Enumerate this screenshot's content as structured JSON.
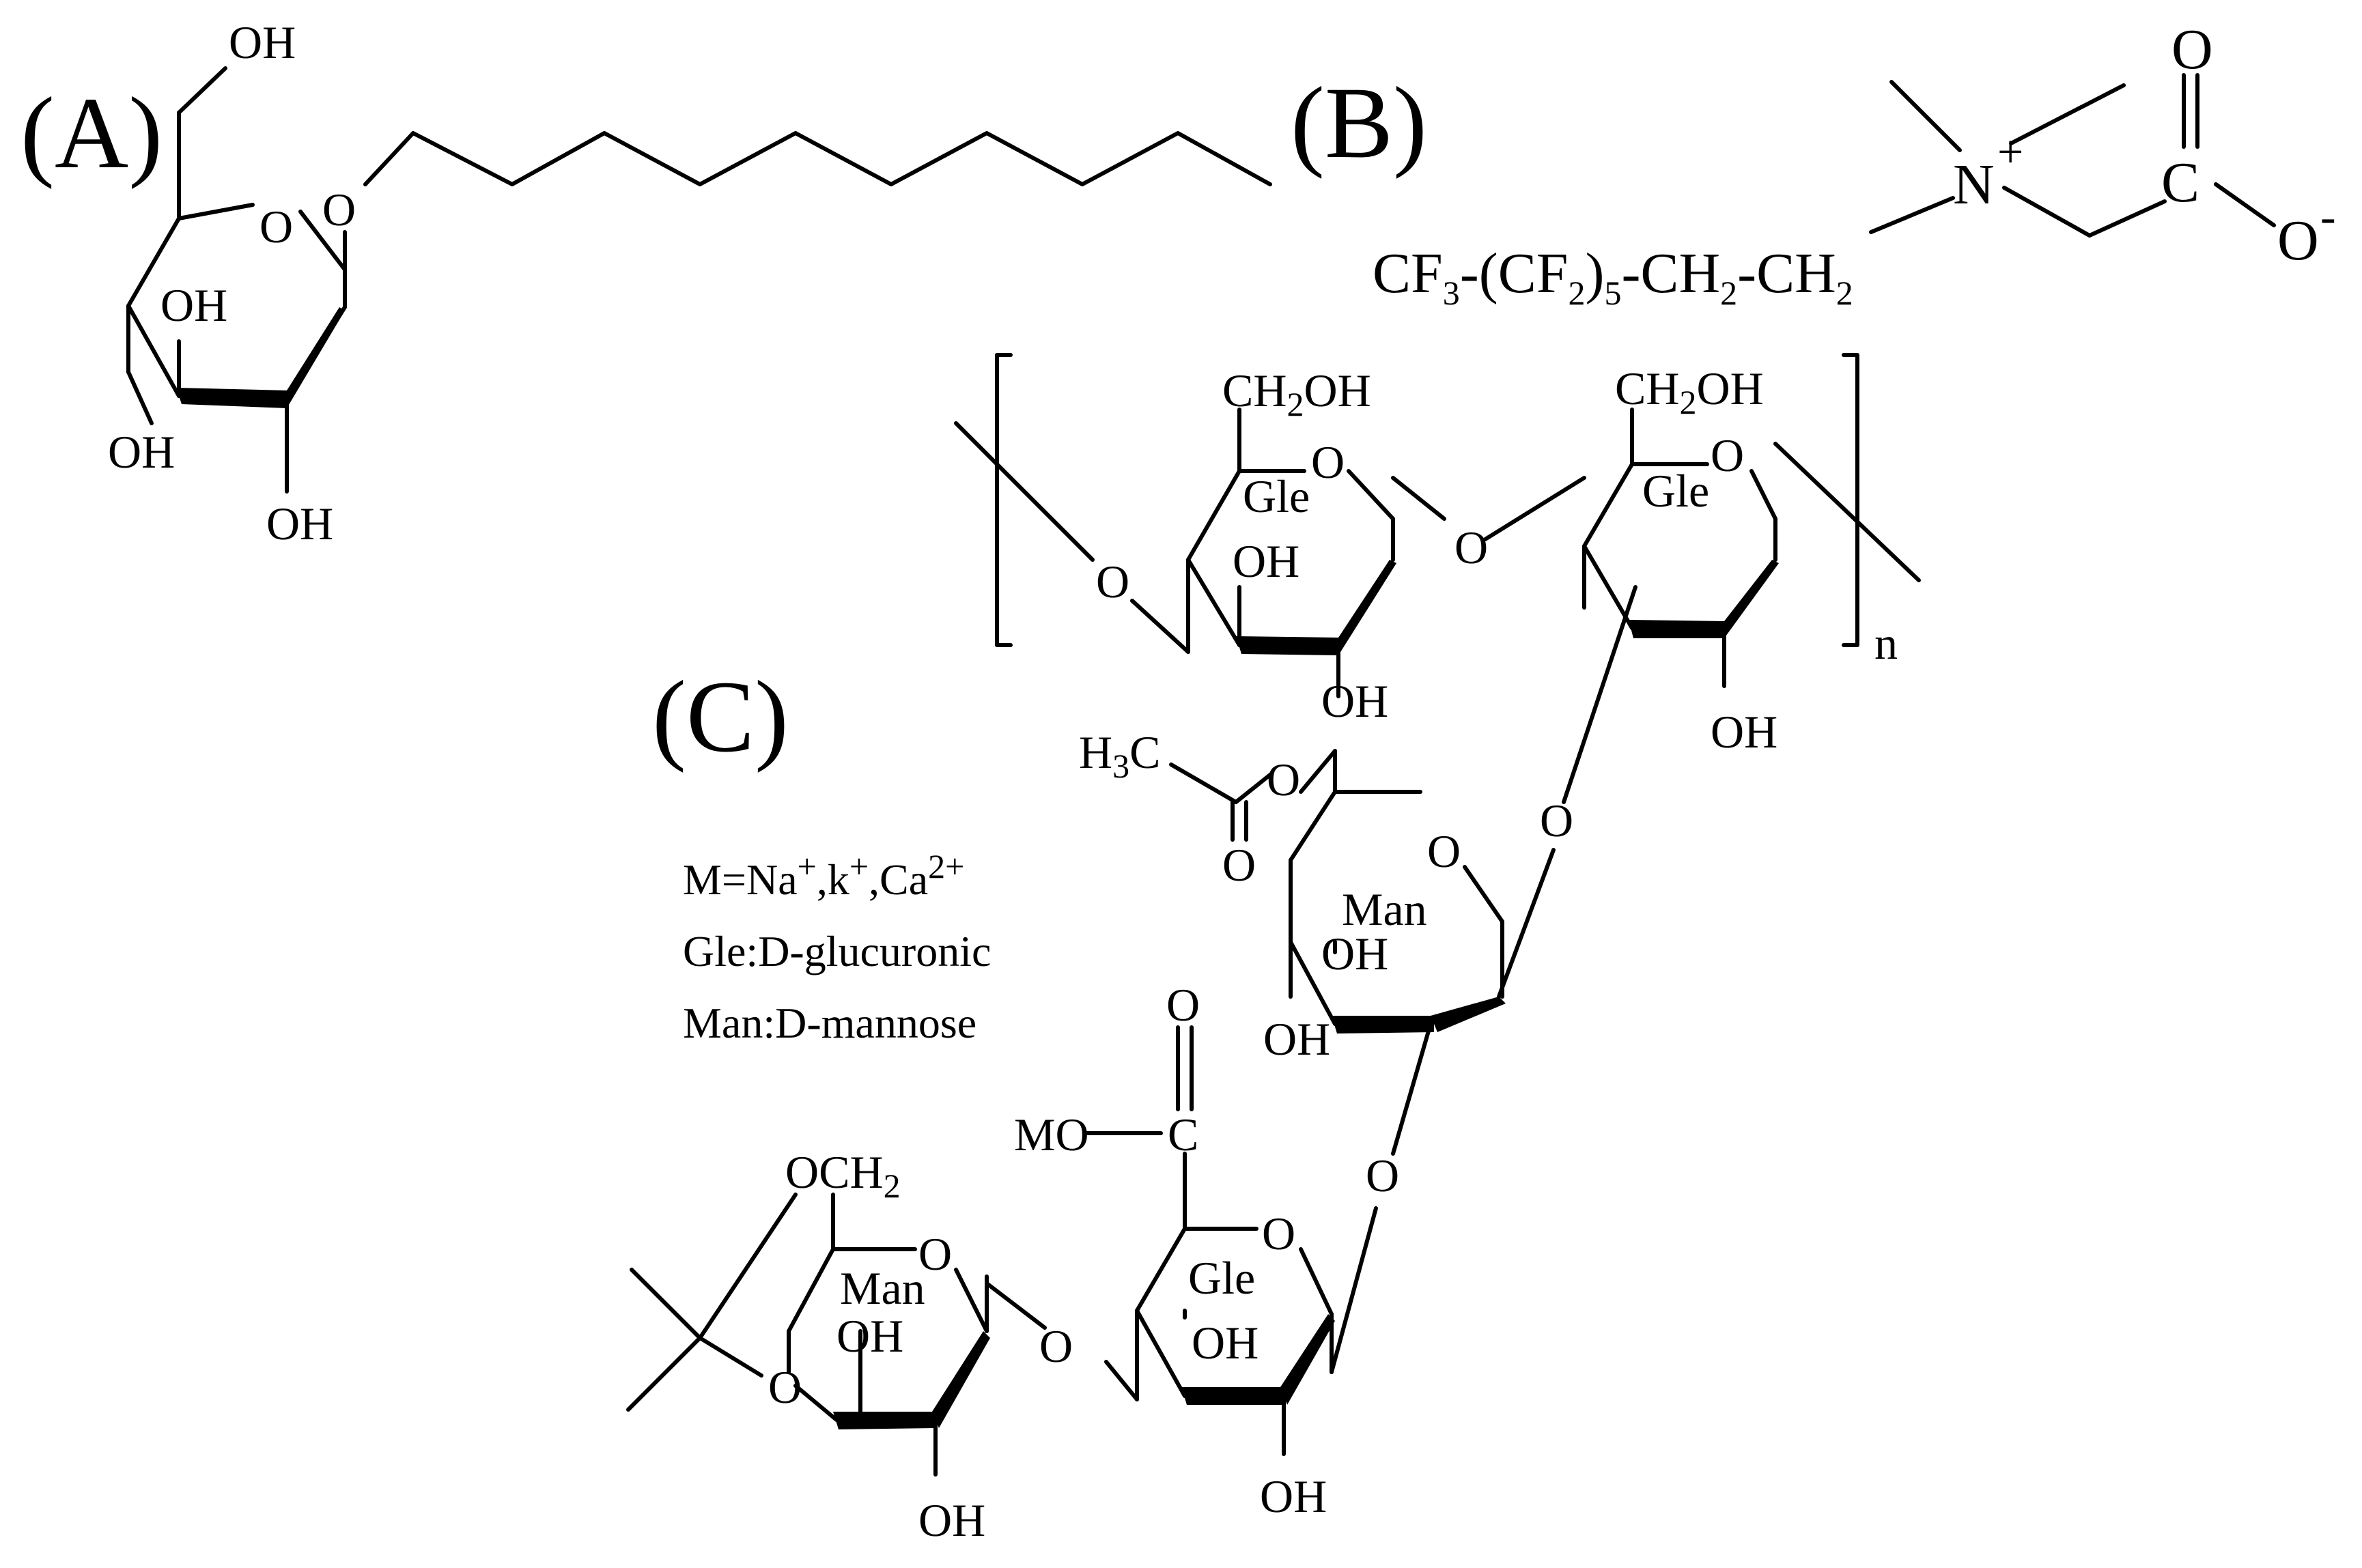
{
  "figure": {
    "panel_labels": {
      "a": "(A)",
      "b": "(B)",
      "c": "(C)"
    },
    "structure_a": {
      "hydroxyl": "OH",
      "ring_oxygen": "O",
      "glycosidic_oxygen": "O"
    },
    "structure_b": {
      "chain": [
        "CF",
        "3",
        "-(CF",
        "2",
        ")",
        "5",
        "-CH",
        "2",
        "-CH",
        "2"
      ],
      "nitrogen": "N",
      "charge_plus": "+",
      "carbon": "C",
      "carbonyl_oxygen": "O",
      "carboxylate_oxygen": "O",
      "charge_minus": "-"
    },
    "structure_c": {
      "ring_oxygen": "O",
      "linkage_oxygen": "O",
      "hydroxyl": "OH",
      "hydroxymethyl": "CH",
      "hydroxymethyl_sub": "2",
      "hydroxymethyl_tail": "OH",
      "gle_label": "Gle",
      "man_label": "Man",
      "repeat_index": "n",
      "acetyl_methyl": "H",
      "acetyl_methyl_sub": "3",
      "acetyl_carbon": "C",
      "carboxyl_carbon": "C",
      "carbonyl_oxygen": "O",
      "metal_carboxylate": "MO",
      "pyruvate_head": "OCH",
      "pyruvate_sub": "2"
    },
    "legend": {
      "cations_prefix": "M=Na",
      "cations_sep1": ",k",
      "cations_sep2": ",Ca",
      "charge_plus": "+",
      "charge_2plus": "2+",
      "gle": "Gle:D-glucuronic",
      "man": "Man:D-mannose"
    }
  }
}
